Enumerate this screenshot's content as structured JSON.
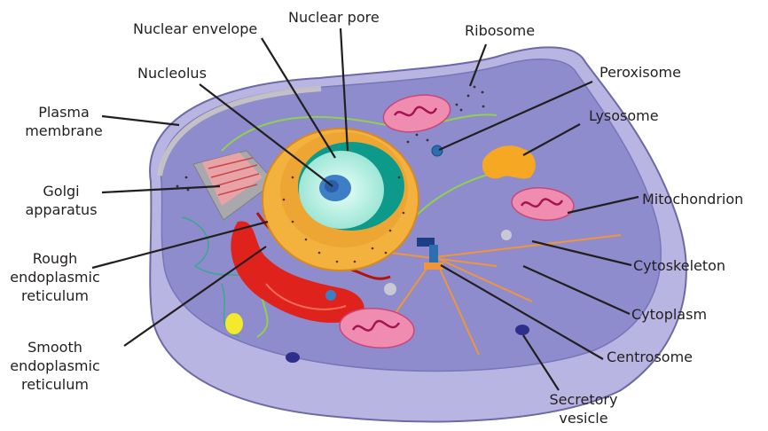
{
  "diagram": {
    "labels": {
      "nuclear_envelope": "Nuclear envelope",
      "nuclear_pore": "Nuclear pore",
      "ribosome": "Ribosome",
      "nucleolus": "Nucleolus",
      "peroxisome": "Peroxisome",
      "plasma_membrane": [
        "Plasma",
        "membrane"
      ],
      "lysosome": "Lysosome",
      "golgi": [
        "Golgi",
        "apparatus"
      ],
      "mitochondrion": "Mitochondrion",
      "rough_er": [
        "Rough",
        "endoplasmic",
        "reticulum"
      ],
      "cytoskeleton": "Cytoskeleton",
      "cytoplasm": "Cytoplasm",
      "smooth_er": [
        "Smooth",
        "endoplasmic",
        "reticulum"
      ],
      "centrosome": "Centrosome",
      "secretory_vesicle": [
        "Secretory",
        "vesicle"
      ]
    },
    "colors": {
      "cytoplasm": "#8e8ccc",
      "cell_wall_side": "#b7b4e0",
      "nucleus_outer": "#f3b23e",
      "nucleus_inner": "#0d9a8a",
      "nucleoplasm": "#bff2e8",
      "rough_er": "#e0221c",
      "mitochondrion": "#f08cb0",
      "lysosome": "#f6a823",
      "leader_line": "#231f20"
    }
  }
}
